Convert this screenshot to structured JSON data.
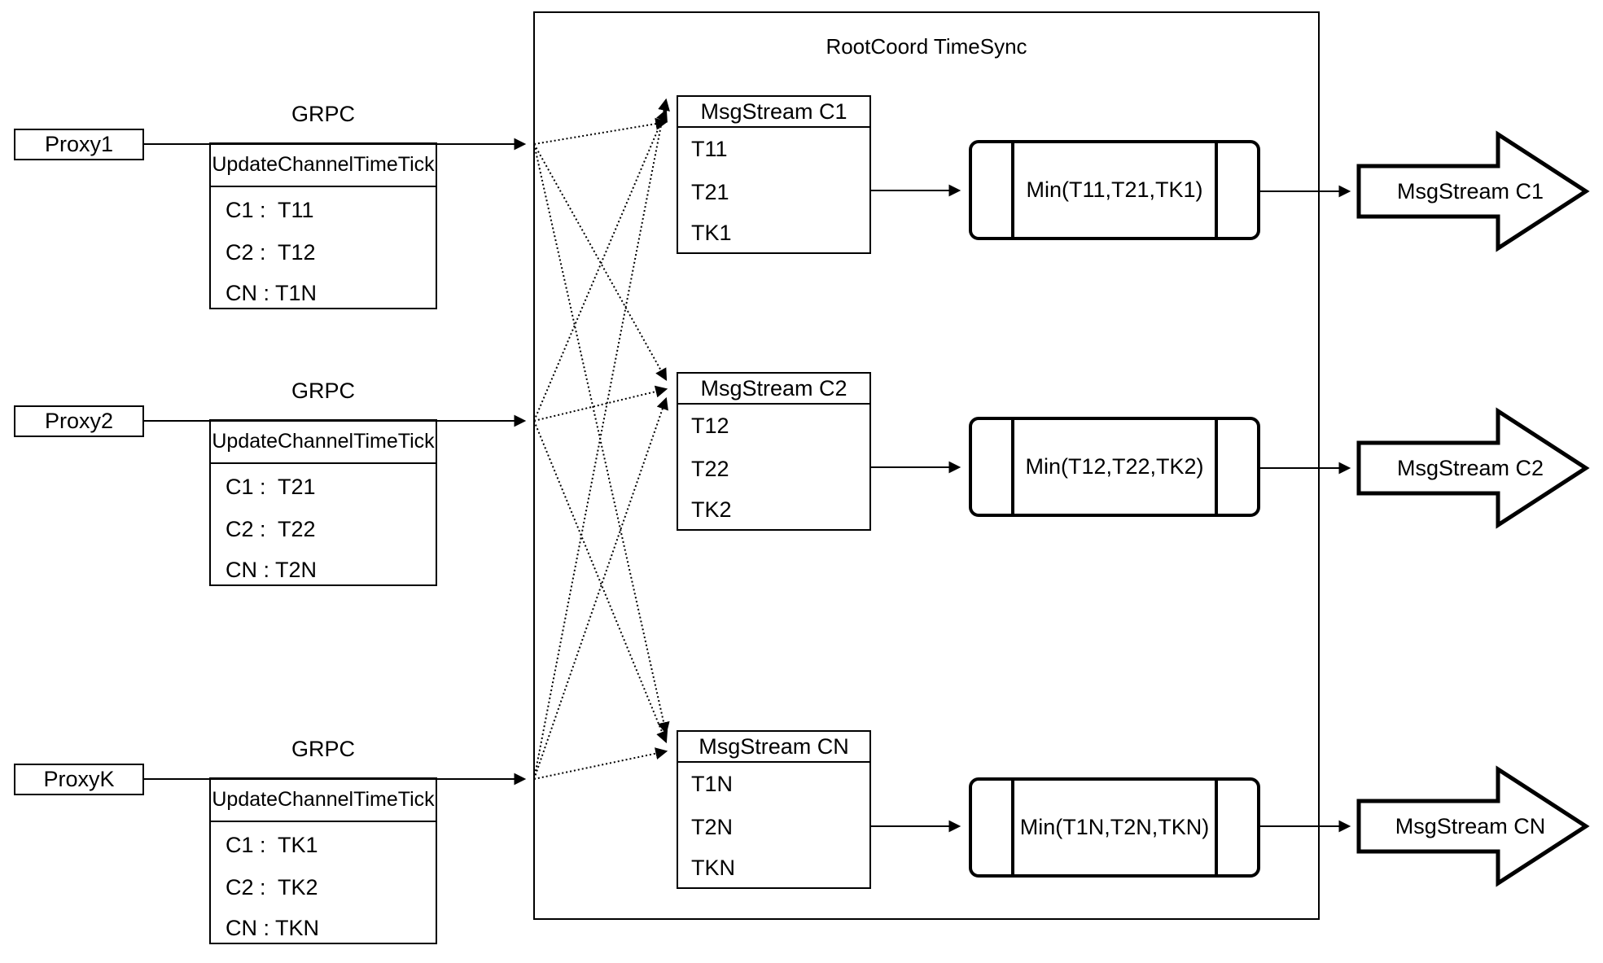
{
  "title": "RootCoord TimeSync",
  "proxies": [
    {
      "name": "Proxy1",
      "protocol": "GRPC",
      "table_header": "UpdateChannelTimeTick",
      "rows": [
        "C1 :  T11",
        "C2 :  T12",
        "CN : T1N"
      ]
    },
    {
      "name": "Proxy2",
      "protocol": "GRPC",
      "table_header": "UpdateChannelTimeTick",
      "rows": [
        "C1 :  T21",
        "C2 :  T22",
        "CN : T2N"
      ]
    },
    {
      "name": "ProxyK",
      "protocol": "GRPC",
      "table_header": "UpdateChannelTimeTick",
      "rows": [
        "C1 :  TK1",
        "C2 :  TK2",
        "CN : TKN"
      ]
    }
  ],
  "msgstreams": [
    {
      "header": "MsgStream C1",
      "rows": [
        "T11",
        "T21",
        "TK1"
      ],
      "min_label": "Min(T11,T21,TK1)",
      "output_label": "MsgStream C1"
    },
    {
      "header": "MsgStream C2",
      "rows": [
        "T12",
        "T22",
        "TK2"
      ],
      "min_label": "Min(T12,T22,TK2)",
      "output_label": "MsgStream C2"
    },
    {
      "header": "MsgStream CN",
      "rows": [
        "T1N",
        "T2N",
        "TKN"
      ],
      "min_label": "Min(T1N,T2N,TKN)",
      "output_label": "MsgStream CN"
    }
  ],
  "colors": {
    "line": "#000000",
    "background": "#ffffff"
  }
}
